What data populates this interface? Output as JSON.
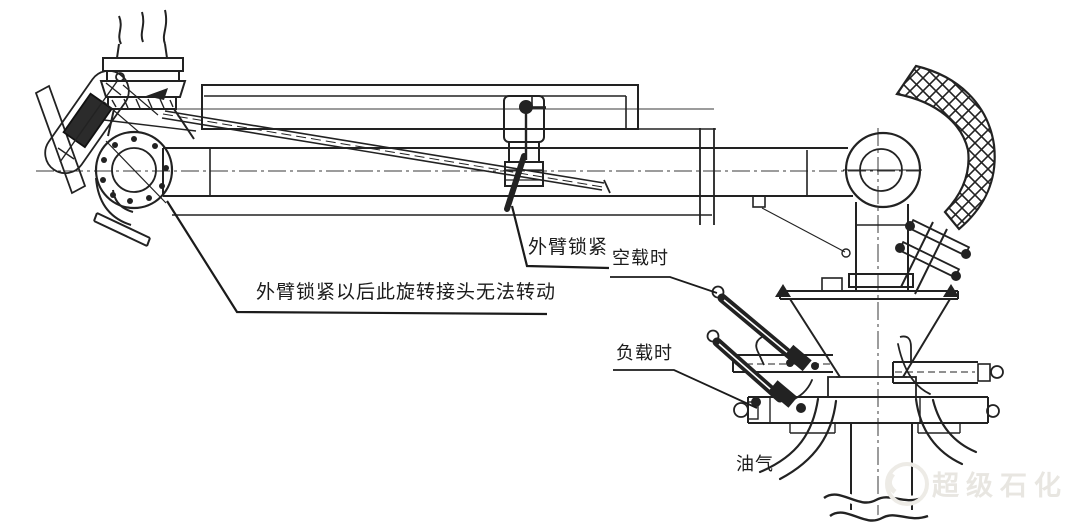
{
  "diagram": {
    "labels": {
      "outer_arm_lock": "外臂锁紧",
      "swivel_lock_note": "外臂锁紧以后此旋转接头无法转动",
      "unloaded": "空载时",
      "loaded": "负载时",
      "oil_vapor": "油气"
    },
    "watermark": "超级石化",
    "colors": {
      "line": "#222222",
      "background": "#ffffff",
      "watermark_gray": "#e8e6e1"
    }
  }
}
